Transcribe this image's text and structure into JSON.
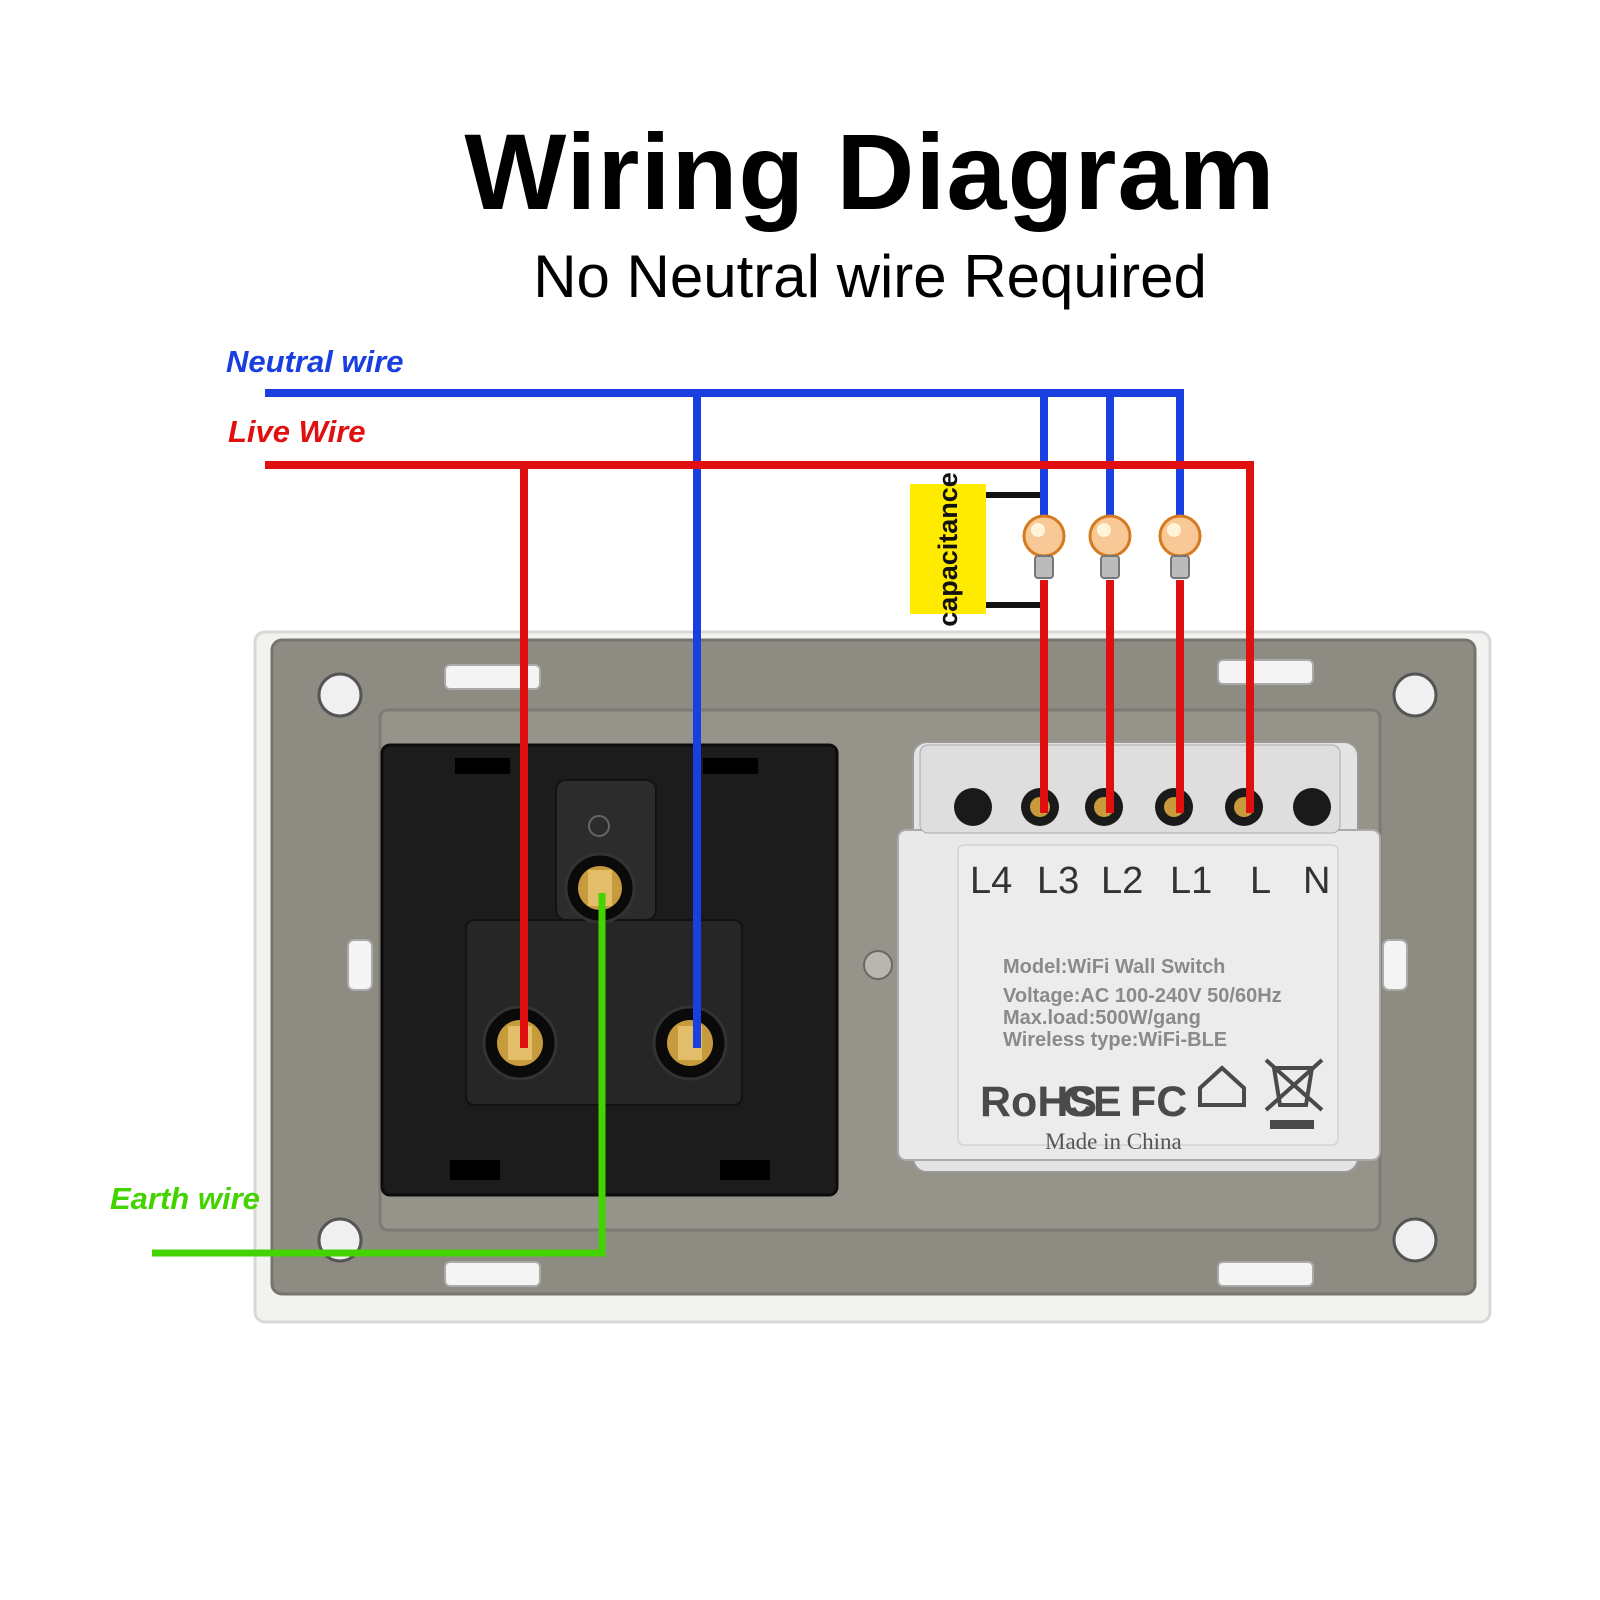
{
  "title": "Wiring Diagram",
  "subtitle": "No Neutral wire Required",
  "wire_labels": {
    "neutral": "Neutral wire",
    "live": "Live Wire",
    "earth": "Earth wire"
  },
  "capacitor_label": "capacitance",
  "module": {
    "terminals": [
      "L4",
      "L3",
      "L2",
      "L1",
      "L",
      "N"
    ],
    "specs": [
      "Model:WiFi Wall Switch",
      "Voltage:AC 100-240V 50/60Hz",
      "Max.load:500W/gang",
      "Wireless type:WiFi-BLE"
    ],
    "certifications": [
      "RoHS",
      "CE",
      "FC"
    ],
    "origin": "Made in China"
  },
  "colors": {
    "neutral_wire": "#1a3fe0",
    "live_wire": "#e01010",
    "earth_wire": "#43d400",
    "capacitor_fill": "#ffeb00"
  }
}
